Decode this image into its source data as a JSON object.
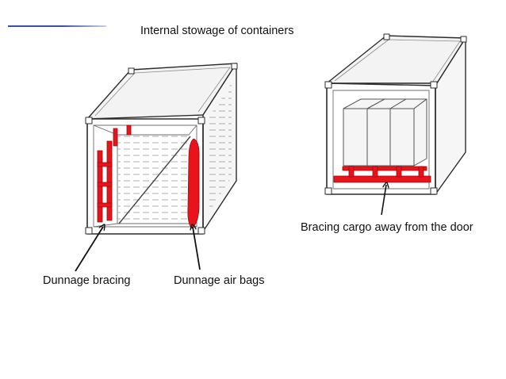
{
  "slide": {
    "title": "Internal stowage of containers"
  },
  "labels": {
    "dunnage_bracing": "Dunnage bracing",
    "dunnage_air_bags": "Dunnage air bags",
    "door_bracing": "Bracing cargo away from the door"
  },
  "colors": {
    "highlight": "#e8131b",
    "accent_line": "#3a50a8",
    "outline": "#2b2b2b",
    "fill": "#f1f1f1"
  },
  "icons": {
    "left_container": "container-with-dunnage-illustration",
    "right_container": "container-with-door-bracing-illustration"
  }
}
